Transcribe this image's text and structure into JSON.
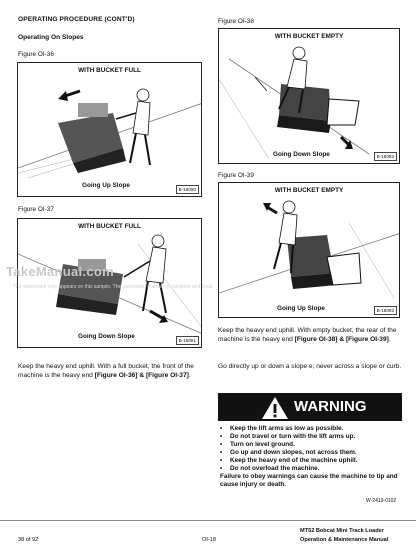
{
  "header": {
    "section_title": "OPERATING PROCEDURE (CONT'D)",
    "subsection_title": "Operating On Slopes"
  },
  "figures": {
    "oi36": {
      "label": "Figure OI-36",
      "title": "WITH BUCKET FULL",
      "caption": "Going Up Slope",
      "code": "B-16090"
    },
    "oi37": {
      "label": "Figure OI-37",
      "title": "WITH BUCKET FULL",
      "caption": "Going Down Slope",
      "code": "B-16091"
    },
    "oi38": {
      "label": "Figure OI-38",
      "title": "WITH BUCKET EMPTY",
      "caption": "Going Down Slope",
      "code": "B-16092"
    },
    "oi39": {
      "label": "Figure OI-39",
      "title": "WITH BUCKET EMPTY",
      "caption": "Going Up Slope",
      "code": "B-16093"
    }
  },
  "watermark": {
    "brand": "TakeManual.com",
    "notice": "The watermark only appears on this sample. The purchased manual is complete and clear."
  },
  "paragraphs": {
    "left_text": "Keep the heavy end uphill. With a full bucket, the front of the machine is the heavy end",
    "left_ref1": "[Figure OI-36]",
    "left_and": "&",
    "left_ref2": "[Figure OI-37]",
    "left_end": ".",
    "right1_text": "Keep the heavy end uphill. With empty bucket, the rear of the machine is the heavy end",
    "right1_ref1": "[Figure OI-38]",
    "right1_and": "&",
    "right1_ref2": "[Figure OI-39]",
    "right1_end": ".",
    "right2": "Go directly up or down a slope e; never across a slope or curb."
  },
  "warning": {
    "title": "WARNING",
    "items": [
      "Keep the lift arms as low as possible.",
      "Do not travel or turn with the lift arms up.",
      "Turn on level ground.",
      "Go up and down slopes, not across them.",
      "Keep the heavy end of the machine uphill.",
      "Do not overload the machine."
    ],
    "footer_text": "Failure to obey warnings can cause the machine to tip and cause injury or death.",
    "code": "W-2419-0102"
  },
  "footer": {
    "page_count": "38 of 92",
    "page_id": "OI-18",
    "product_line1": "MT52 Bobcat Mini Track Loader",
    "product_line2": "Operation & Maintenance Manual"
  }
}
